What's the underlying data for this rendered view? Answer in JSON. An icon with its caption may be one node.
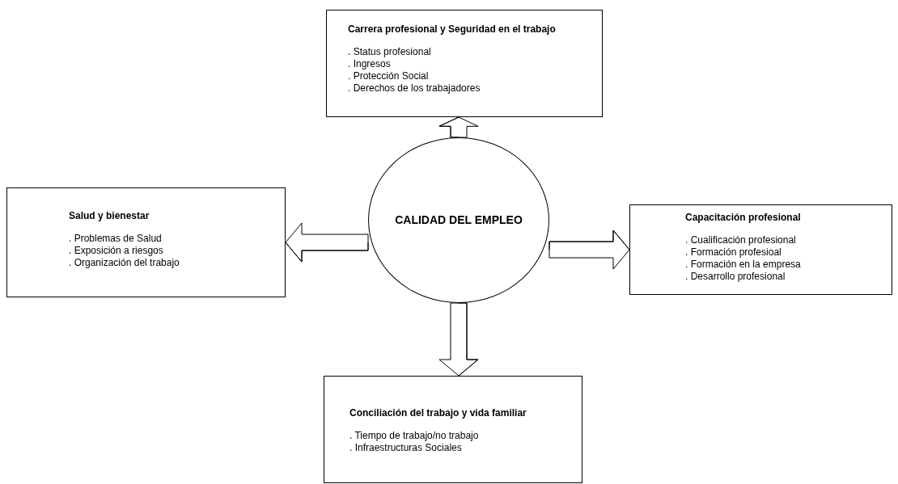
{
  "diagram": {
    "nodes": [
      {
        "text": [
          "Carrera profesional y Seguridad en el trabajo",
          ". Status profesional",
          ". Ingresos",
          ". Protección Social",
          ". Derechos de los trabajadores"
        ]
      },
      {
        "text": [
          "Salud y bienestar",
          ". Problemas de Salud",
          ". Exposición a riesgos",
          ". Organización del trabajo"
        ]
      },
      {
        "text": [
          "CALIDAD DEL EMPLEO"
        ]
      },
      {
        "text": [
          "Capacitación profesional",
          ". Cualificación profesional",
          ". Formación profesioal",
          ". Formación en la empresa",
          ". Desarrollo profesional"
        ]
      },
      {
        "text": [
          "Conciliación del trabajo y vida familiar",
          ". Tiempo de trabajo/no trabajo",
          ". Infraestructuras Sociales"
        ]
      }
    ],
    "edges": [
      {
        "from": 2,
        "to": 0,
        "arrow": "to"
      },
      {
        "from": 2,
        "to": 1,
        "arrow": "to"
      },
      {
        "from": 2,
        "to": 3,
        "arrow": "to"
      },
      {
        "from": 2,
        "to": 4,
        "arrow": "to"
      }
    ]
  }
}
